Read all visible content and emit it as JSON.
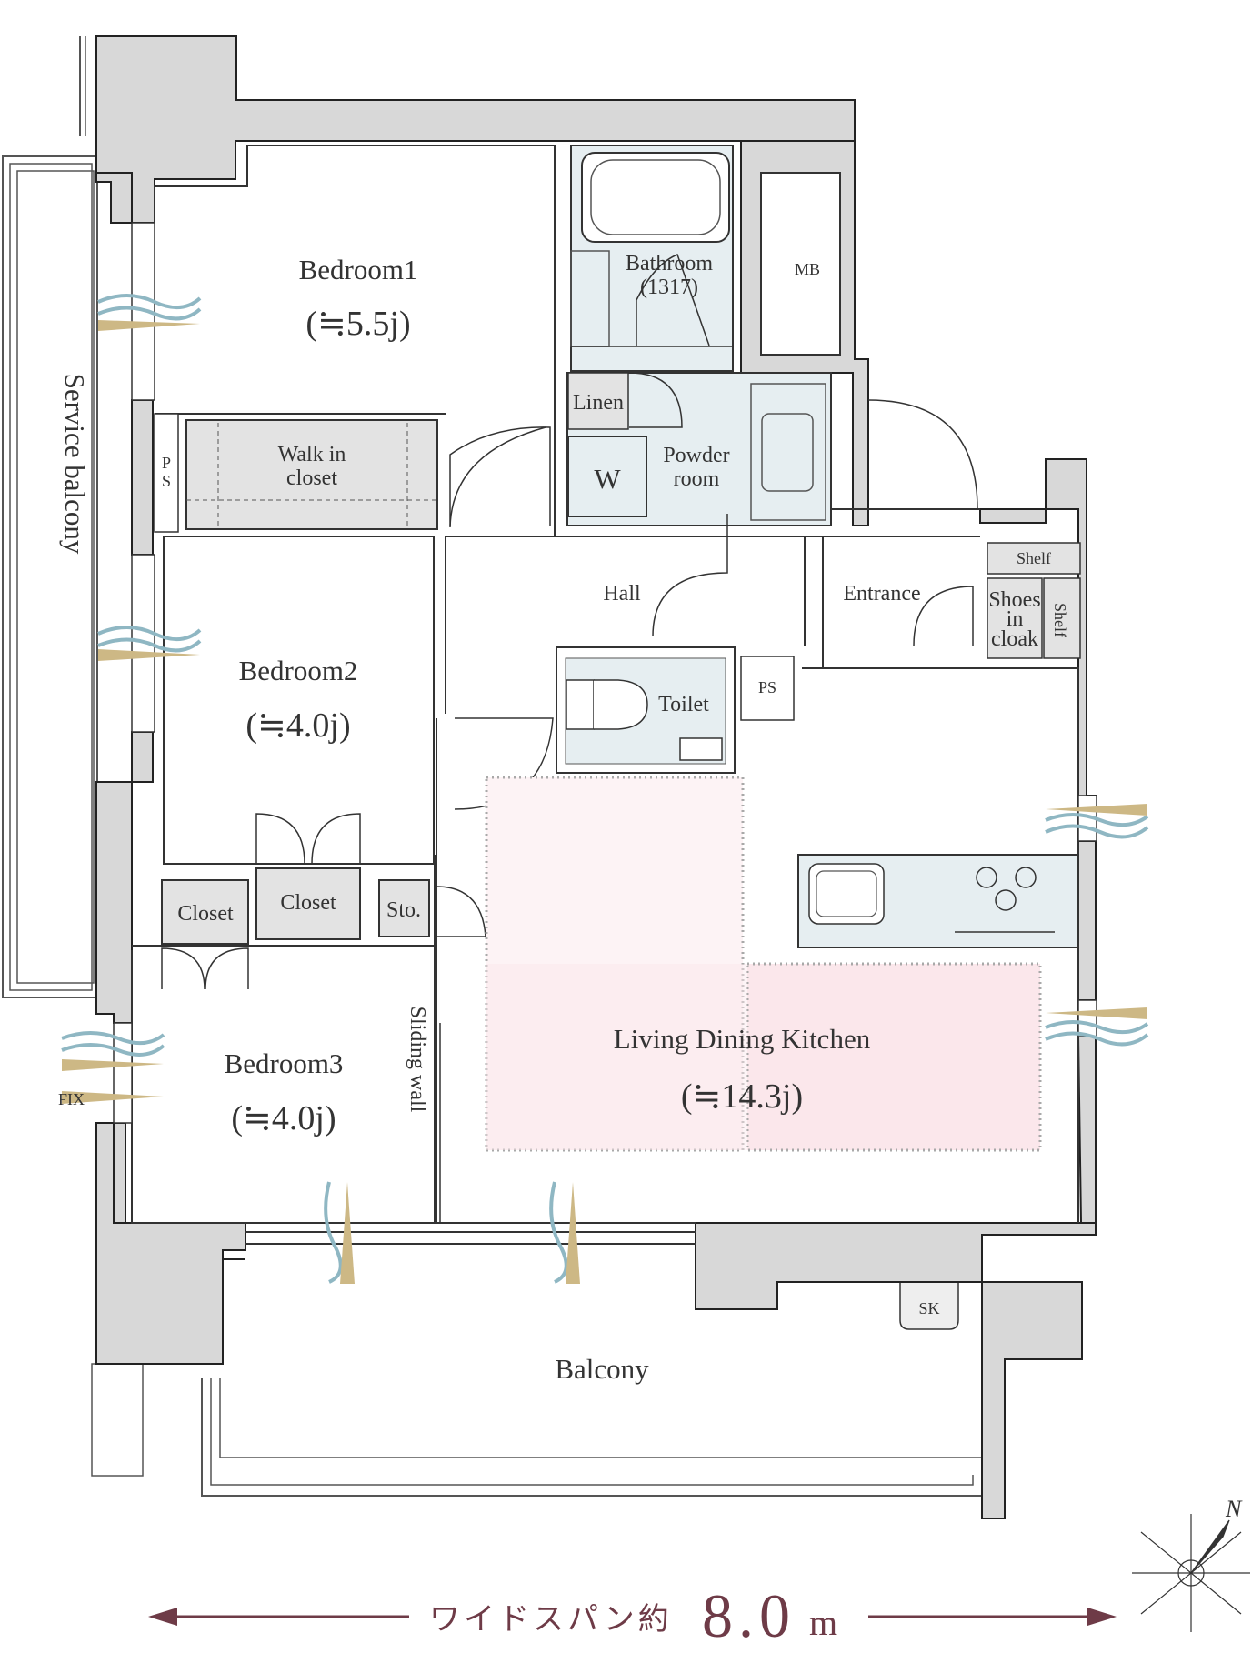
{
  "rooms": {
    "bedroom1": {
      "name": "Bedroom1",
      "size": "(≒5.5j)"
    },
    "bedroom2": {
      "name": "Bedroom2",
      "size": "(≒4.0j)"
    },
    "bedroom3": {
      "name": "Bedroom3",
      "size": "(≒4.0j)"
    },
    "ldk": {
      "name": "Living Dining Kitchen",
      "size": "(≒14.3j)"
    },
    "bathroom": {
      "name": "Bathroom",
      "size": "(1317)"
    },
    "powder_room": {
      "line1": "Powder",
      "line2": "room"
    },
    "walk_in_closet": {
      "line1": "Walk in",
      "line2": "closet"
    },
    "linen": "Linen",
    "washer": "W",
    "mb": "MB",
    "ps_upper": {
      "line1": "P",
      "line2": "S"
    },
    "ps_lower": "PS",
    "hall": "Hall",
    "entrance": "Entrance",
    "shelf_top": "Shelf",
    "shelf_side": "Shelf",
    "shoes_cloak": {
      "line1": "Shoes",
      "line2": "in",
      "line3": "cloak"
    },
    "toilet": "Toilet",
    "closet_b3": "Closet",
    "closet_b2": "Closet",
    "storage": "Sto.",
    "sliding_wall": "Sliding wall",
    "service_balcony": "Service balcony",
    "balcony": "Balcony",
    "sink": "SK",
    "fix": "FIX"
  },
  "footer": {
    "span_label": "ワイドスパン約",
    "span_value": "8.0",
    "span_unit": "m"
  },
  "compass": {
    "north": "N"
  },
  "colors": {
    "wall": "#d8d8d8",
    "wall_stroke": "#222222",
    "wet_area": "#e6eef1",
    "storage": "#e3e3e3",
    "ldk_zone": "#fdf3f5",
    "ldk_zone_alt": "#fbe7eb",
    "wind": "#8fb7c3",
    "sun": "#cdb885",
    "arrow": "#6e3b47"
  }
}
